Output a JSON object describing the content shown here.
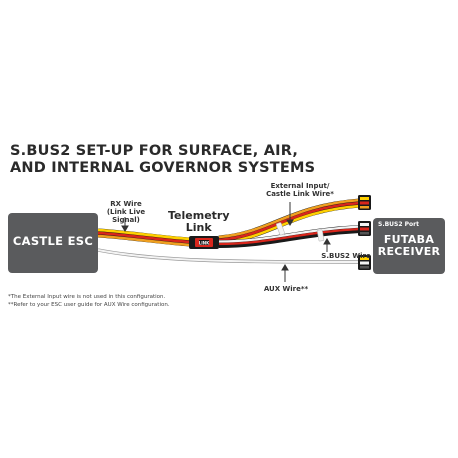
{
  "title": {
    "line1": "S.BUS2 SET-UP FOR SURFACE, AIR,",
    "line2": "AND INTERNAL GOVERNOR SYSTEMS"
  },
  "esc": {
    "label": "CASTLE ESC"
  },
  "receiver": {
    "port_label": "S.BUS2 Port",
    "name_line1": "FUTABA",
    "name_line2": "RECEIVER"
  },
  "labels": {
    "rx_wire_line1": "RX Wire",
    "rx_wire_line2": "(Link Live Signal)",
    "telemetry_line1": "Telemetry",
    "telemetry_line2": "Link",
    "external_line1": "External Input/",
    "external_line2": "Castle Link Wire*",
    "sbus2_wire": "S.BUS2 Wire",
    "aux_wire": "AUX Wire**",
    "link_badge": "LINK"
  },
  "notes": [
    "*The External Input wire is not used in this configuration.",
    "**Refer to your ESC user guide for AUX Wire configuration."
  ],
  "colors": {
    "box": "#5a5b5d",
    "wire_black": "#1a1a1a",
    "wire_red": "#d9261c",
    "wire_orange": "#f0a020",
    "wire_yellow": "#ffd000",
    "wire_white": "#f4f4f4"
  }
}
